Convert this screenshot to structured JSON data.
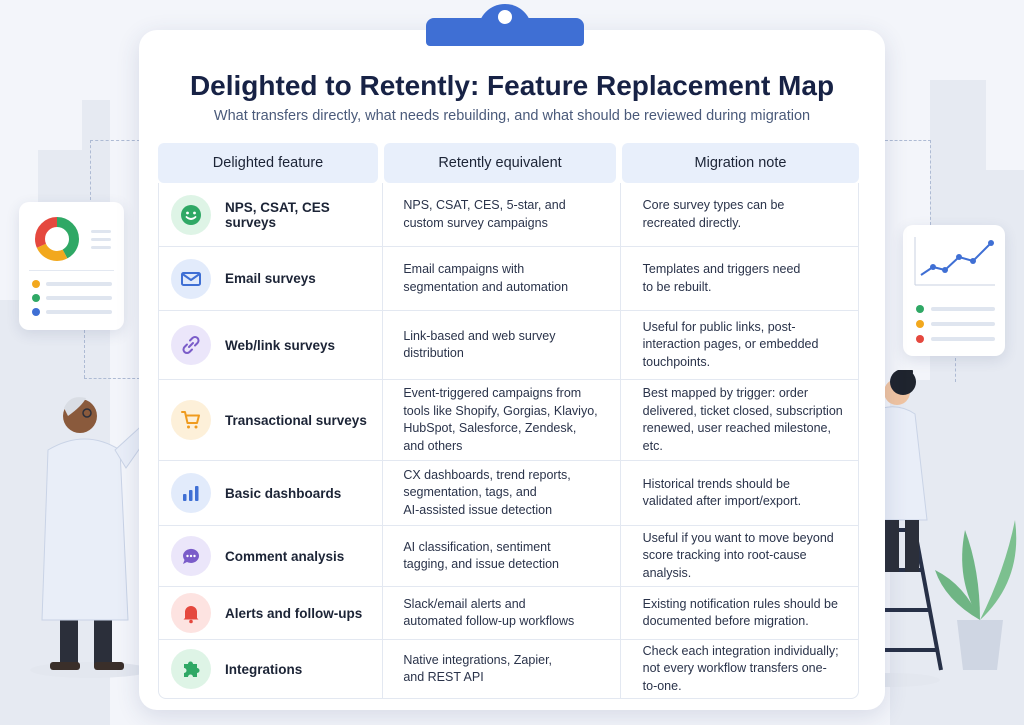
{
  "title": "Delighted to Retently: Feature Replacement Map",
  "subtitle": "What transfers directly, what needs rebuilding, and what should be reviewed during migration",
  "columns": [
    "Delighted feature",
    "Retently equivalent",
    "Migration note"
  ],
  "rows": [
    {
      "icon": "smiley-icon",
      "icon_bg": "#def4e6",
      "icon_color": "#2fa865",
      "feature": "NPS, CSAT, CES surveys",
      "equivalent": [
        "NPS, CSAT, CES, 5-star, and",
        "custom survey campaigns"
      ],
      "note": [
        "Core survey types can be",
        "recreated directly."
      ]
    },
    {
      "icon": "envelope-icon",
      "icon_bg": "#e2ebfb",
      "icon_color": "#3f6fd4",
      "feature": "Email surveys",
      "equivalent": [
        "Email campaigns with",
        "segmentation and automation"
      ],
      "note": [
        "Templates and triggers need",
        "to be rebuilt."
      ]
    },
    {
      "icon": "link-icon",
      "icon_bg": "#ebe6fa",
      "icon_color": "#7a5cc9",
      "feature": "Web/link surveys",
      "equivalent": [
        "Link-based and web survey",
        "distribution"
      ],
      "note": [
        "Useful for public links, post-",
        "interaction pages, or embedded",
        "touchpoints."
      ]
    },
    {
      "icon": "cart-icon",
      "icon_bg": "#fdf0d9",
      "icon_color": "#ef9b1f",
      "feature": "Transactional surveys",
      "equivalent": [
        "Event-triggered campaigns from",
        "tools like Shopify, Gorgias, Klaviyo,",
        "HubSpot, Salesforce, Zendesk,",
        "and others"
      ],
      "note": [
        "Best mapped by trigger: order",
        "delivered, ticket closed, subscription",
        "renewed, user reached milestone, etc."
      ]
    },
    {
      "icon": "bar-chart-icon",
      "icon_bg": "#e2ebfb",
      "icon_color": "#3f6fd4",
      "feature": "Basic dashboards",
      "equivalent": [
        "CX dashboards, trend reports,",
        "segmentation, tags, and",
        "AI-assisted issue detection"
      ],
      "note": [
        "Historical trends should be",
        "validated after import/export."
      ]
    },
    {
      "icon": "chat-bubble-icon",
      "icon_bg": "#ebe6fa",
      "icon_color": "#7a5cc9",
      "feature": "Comment analysis",
      "equivalent": [
        "AI classification, sentiment",
        "tagging, and issue detection"
      ],
      "note": [
        "Useful if you want to move beyond",
        "score tracking into root-cause",
        "analysis."
      ]
    },
    {
      "icon": "bell-icon",
      "icon_bg": "#fde3e1",
      "icon_color": "#e5483e",
      "feature": "Alerts and follow-ups",
      "equivalent": [
        "Slack/email alerts and",
        "automated follow-up workflows"
      ],
      "note": [
        "Existing notification rules should be",
        "documented before migration."
      ]
    },
    {
      "icon": "puzzle-icon",
      "icon_bg": "#def4e6",
      "icon_color": "#2fa865",
      "feature": "Integrations",
      "equivalent": [
        "Native integrations, Zapier,",
        "and REST API"
      ],
      "note": [
        "Check each integration individually;",
        "not every workflow transfers one-",
        "to-one."
      ]
    }
  ],
  "colors": {
    "accent": "#3f6fd4",
    "title": "#172245",
    "header_bg": "#e8effb"
  }
}
